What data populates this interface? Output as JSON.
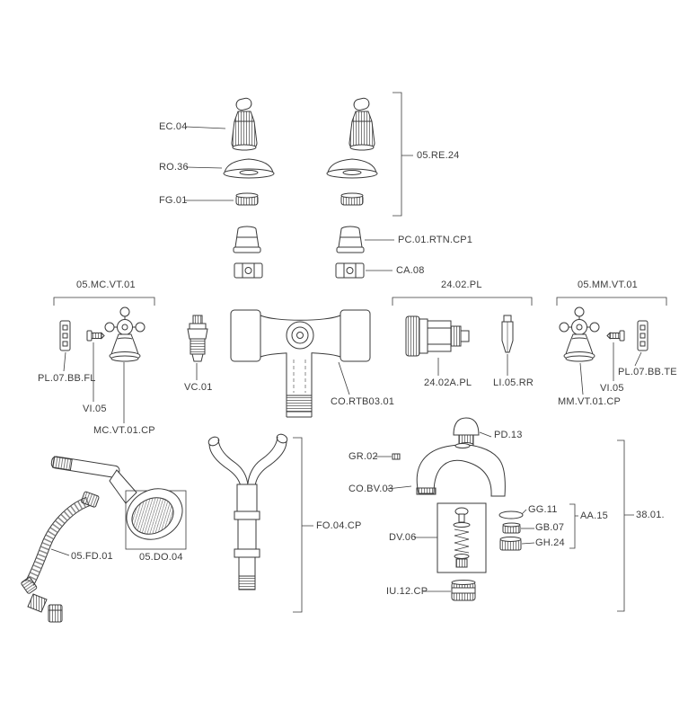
{
  "diagram": {
    "background_color": "#ffffff",
    "line_color": "#3a3a3a",
    "text_color": "#3c3c3c",
    "labels": {
      "ec04": "EC.04",
      "ro36": "RO.36",
      "fg01": "FG.01",
      "re24": "05.RE.24",
      "pc01_rtn_cp1": "PC.01.RTN.CP1",
      "ca08": "CA.08",
      "mc_vt_01": "05.MC.VT.01",
      "pl07bbfl": "PL.07.BB.FL",
      "vi05_left": "VI.05",
      "mc_vt_01_cp": "MC.VT.01.CP",
      "vc01": "VC.01",
      "co_rtb03_01": "CO.RTB03.01",
      "group_2402pl": "24.02.PL",
      "p2402apl": "24.02A.PL",
      "li05rr": "LI.05.RR",
      "mm_vt_01": "05.MM.VT.01",
      "pl07bbte": "PL.07.BB.TE",
      "vi05_right": "VI.05",
      "mm_vt_01_cp": "MM.VT.01.CP",
      "pd13": "PD.13",
      "gr02": "GR.02",
      "co_bv_03": "CO.BV.03",
      "gg11": "GG.11",
      "aa15": "AA.15",
      "gb07": "GB.07",
      "gh24": "GH.24",
      "dv06": "DV.06",
      "n3801": "38.01.",
      "iu12cp": "IU.12.CP",
      "fo04cp": "FO.04.CP",
      "fd01": "05.FD.01",
      "do04": "05.DO.04"
    }
  }
}
